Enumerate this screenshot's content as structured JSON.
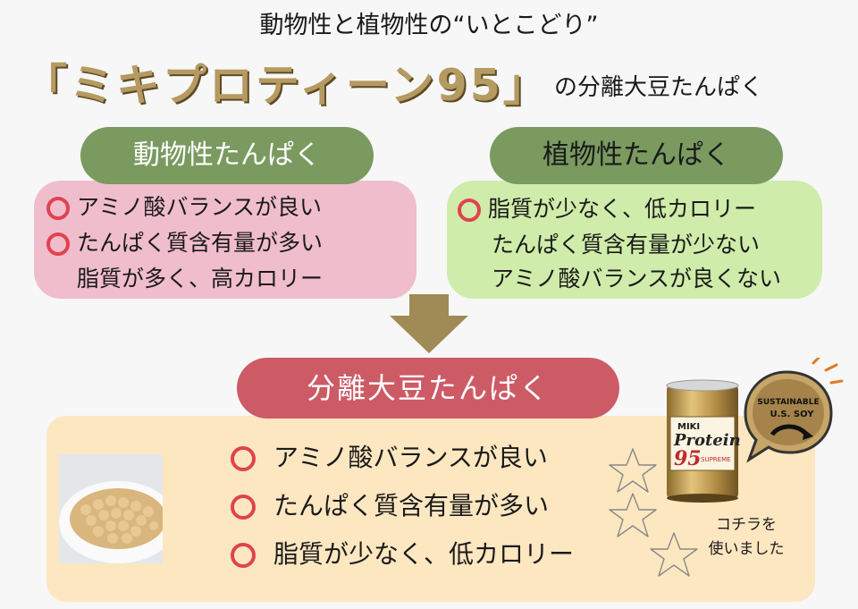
{
  "title": "動物性と植物性の“いとこどり”",
  "headline": {
    "product": "「ミキプロティーン95」",
    "suffix": "の分離大豆たんぱく"
  },
  "animal": {
    "label": "動物性たんぱく",
    "lines": [
      "アミノ酸バランスが良い",
      "たんぱく質含有量が多い",
      "脂質が多く、高カロリー"
    ]
  },
  "plant": {
    "label": "植物性たんぱく",
    "lines": [
      "脂質が少なく、低カロリー",
      "たんぱく質含有量が少ない",
      "アミノ酸バランスが良くない"
    ]
  },
  "isolated": {
    "label": "分離大豆たんぱく",
    "lines": [
      "アミノ酸バランスが良い",
      "たんぱく質含有量が多い",
      "脂質が少なく、低カロリー"
    ]
  },
  "can": {
    "brand": "MIKI",
    "name": "Protein",
    "number": "95",
    "tag": "SUPREME"
  },
  "badge": {
    "line1": "SUSTAINABLE",
    "line2": "U.S. SOY"
  },
  "caption": {
    "line1": "コチラを",
    "line2": "使いました"
  },
  "colors": {
    "green_pill": "#7a9a60",
    "pink_box": "#f0bdcd",
    "green_box": "#cfecaa",
    "red_pill": "#cc5b66",
    "peach_box": "#fde7c1",
    "circle": "#e0434e",
    "arrow": "#a08a55",
    "headline_gold": "#b59a62"
  }
}
